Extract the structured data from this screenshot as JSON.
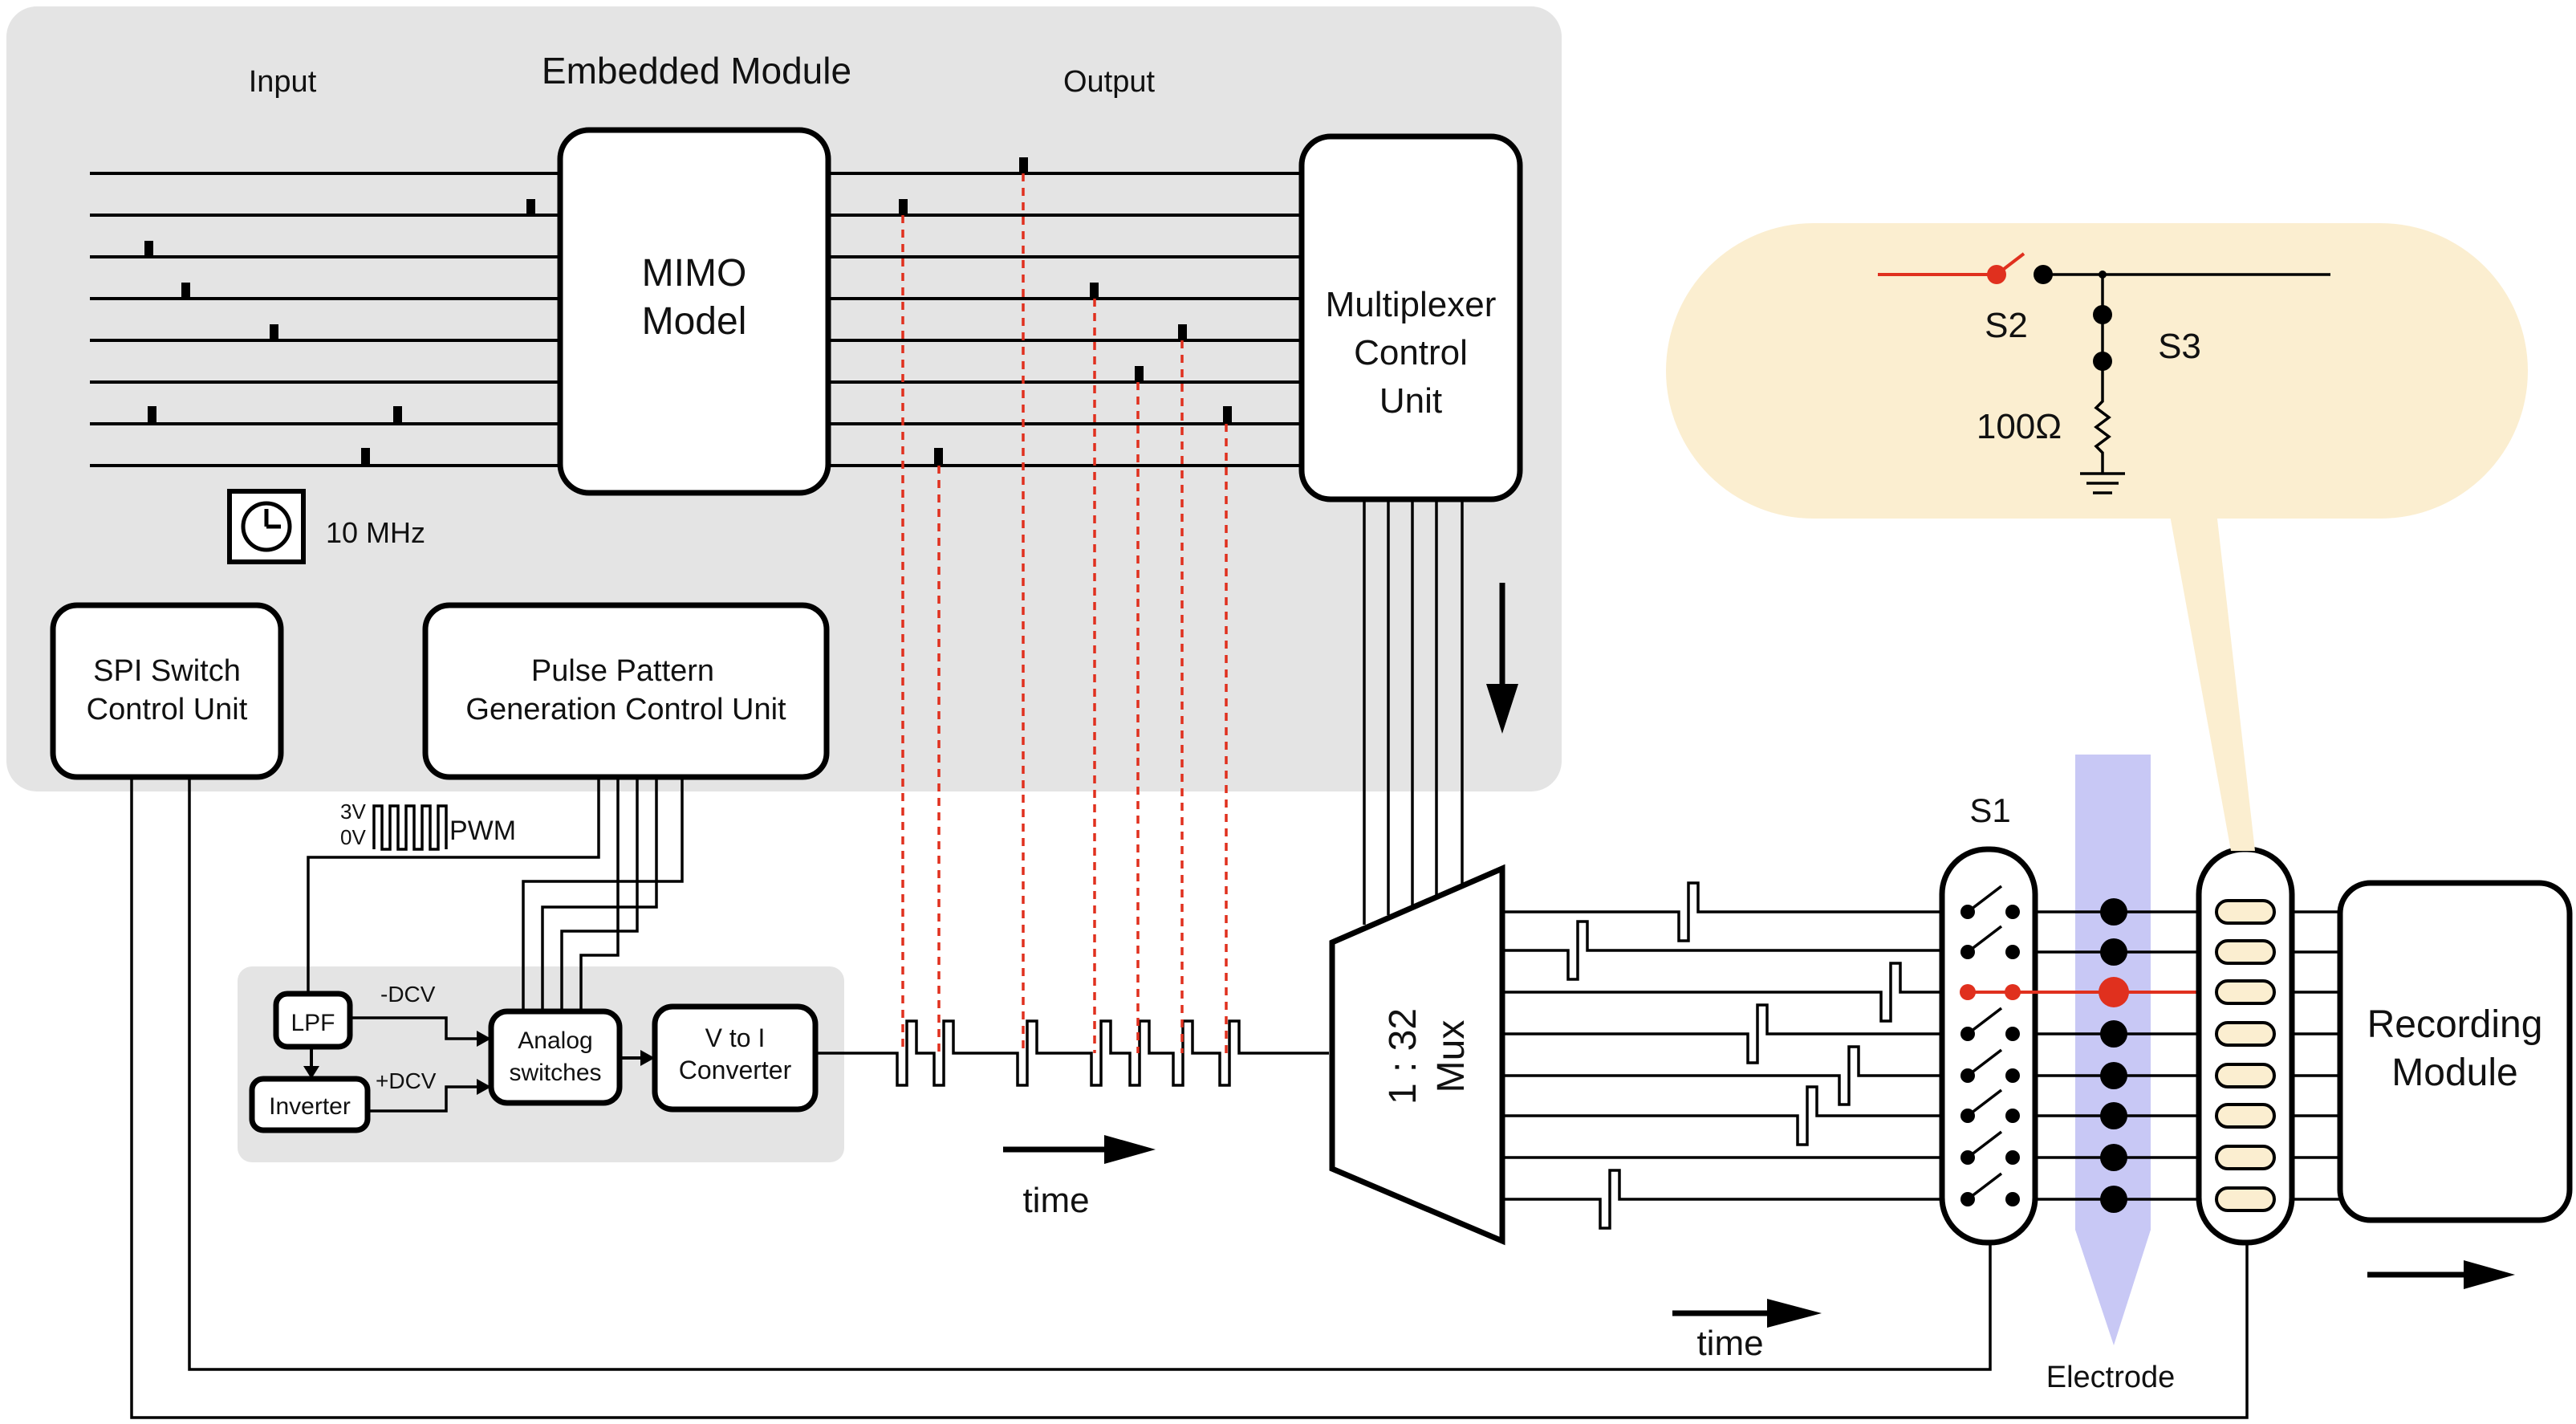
{
  "embedded": {
    "title": "Embedded Module",
    "input_label": "Input",
    "output_label": "Output",
    "mimo_line1": "MIMO",
    "mimo_line2": "Model",
    "mux_ctrl_line1": "Multiplexer",
    "mux_ctrl_line2": "Control",
    "mux_ctrl_line3": "Unit",
    "clock_label": "10 MHz",
    "spi_line1": "SPI Switch",
    "spi_line2": "Control Unit",
    "pulse_line1": "Pulse Pattern",
    "pulse_line2": "Generation Control Unit"
  },
  "analog": {
    "pwm_label": "PWM",
    "pwm_high": "3V",
    "pwm_low": "0V",
    "lpf": "LPF",
    "inverter": "Inverter",
    "neg_dcv": "-DCV",
    "pos_dcv": "+DCV",
    "switches_line1": "Analog",
    "switches_line2": "switches",
    "vtoi_line1": "V to I",
    "vtoi_line2": "Converter"
  },
  "mux": {
    "line1": "1 : 32",
    "line2": "Mux"
  },
  "time_label_1": "time",
  "time_label_2": "time",
  "s1_label": "S1",
  "electrode_label": "Electrode",
  "recording_line1": "Recording",
  "recording_line2": "Module",
  "callout": {
    "s2": "S2",
    "s3": "S3",
    "resistor": "100Ω"
  },
  "colors": {
    "panel": "#e4e4e4",
    "callout": "#fbeed0",
    "electrode": "#c8c8f5",
    "accent_red": "#e0301e",
    "connector_fill": "#fbeed0"
  }
}
